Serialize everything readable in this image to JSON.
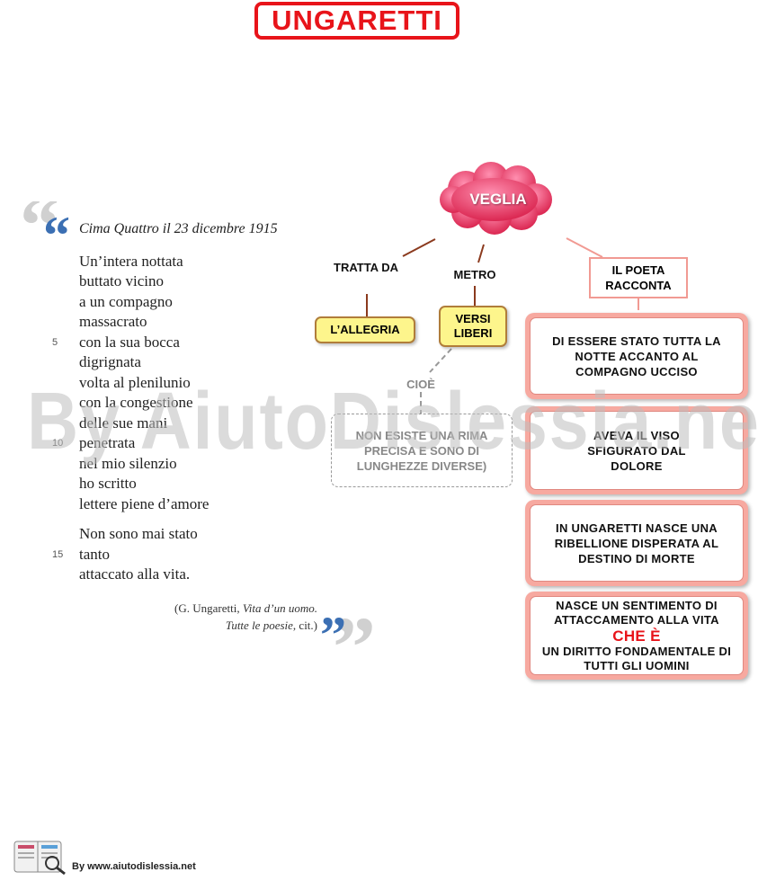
{
  "title": "UNGARETTI",
  "poem": {
    "caption": "Cima Quattro il 23 dicembre 1915",
    "stanza1": [
      "Un’intera nottata",
      "buttato vicino",
      "a un compagno",
      "massacrato",
      "con la sua bocca",
      "digrignata",
      "volta al plenilunio",
      "con la congestione",
      "delle sue mani",
      "penetrata",
      "nel mio silenzio",
      "ho scritto",
      "lettere piene d’amore"
    ],
    "stanza2": [
      "Non sono mai stato",
      "tanto",
      "attaccato alla vita."
    ],
    "line_numbers": [
      "5",
      "10",
      "15"
    ],
    "citation": {
      "prefix": "(G. Ungaretti, ",
      "work": "Vita d’un uomo.",
      "work2": "Tutte le poesie",
      "suffix": ", cit.)"
    }
  },
  "map": {
    "center": "VEGLIA",
    "branch_tratta": "TRATTA DA",
    "branch_metro": "METRO",
    "branch_poeta": "IL POETA RACCONTA",
    "allegria": "L’ALLEGRIA",
    "versi": "VERSI LIBERI",
    "cioe": "CIOÈ",
    "rima": "NON ESISTE UNA RIMA PRECISA E SONO DI LUNGHEZZE DIVERSE)",
    "box1": "DI ESSERE STATO TUTTA LA NOTTE ACCANTO AL COMPAGNO UCCISO",
    "box2": "AVEVA IL VISO SFIGURATO DAL DOLORE",
    "box3": "IN UNGARETTI NASCE UNA RIBELLIONE DISPERATA AL DESTINO DI MORTE",
    "box4_top": "NASCE UN SENTIMENTO DI ATTACCAMENTO ALLA VITA",
    "box4_mid": "CHE È",
    "box4_bottom": "UN DIRITTO FONDAMENTALE DI TUTTI GLI UOMINI"
  },
  "watermark": "By AiutoDislessia.net",
  "footer": "By www.aiutodislessia.net",
  "colors": {
    "title_red": "#e8141a",
    "cloud_pink": "#e9375f",
    "box_yellow": "#fdf58c",
    "box_pink": "#f7a9a0",
    "quote_blue": "#3b6fb3"
  }
}
